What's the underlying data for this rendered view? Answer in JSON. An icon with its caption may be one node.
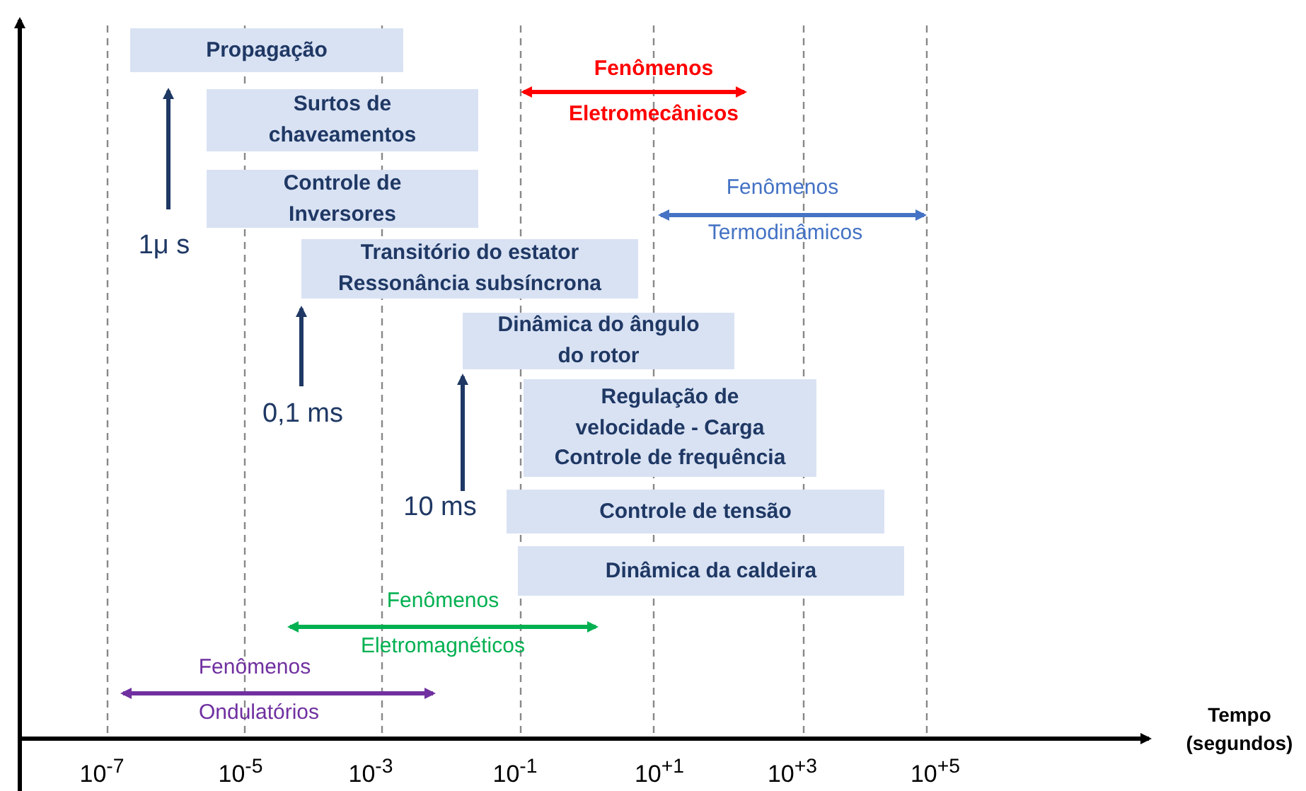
{
  "diagram": {
    "nodes": [
      {
        "text": [
          "Propagação"
        ]
      },
      {
        "text": [
          "Surtos de chaveamentos"
        ]
      },
      {
        "text": [
          "Controle de Inversores"
        ]
      },
      {
        "text": [
          "Transitório do estator Ressonância subsíncrona"
        ]
      },
      {
        "text": [
          "Dinâmica do ângulo do rotor"
        ]
      },
      {
        "text": [
          "Regulação de velocidade - Carga Controle de frequência"
        ]
      },
      {
        "text": [
          "Controle de tensão"
        ]
      },
      {
        "text": [
          "Dinâmica da caldeira"
        ]
      }
    ],
    "edges": [],
    "labels": [
      "Fenômenos",
      "Eletromecânicos",
      "Fenômenos",
      "Termodinâmicos",
      "1μ s",
      "0,1 ms",
      "10 ms",
      "Fenômenos",
      "Eletromagnéticos",
      "Fenômenos",
      "Ondulatórios",
      "Tempo (segundos)",
      "10$^{-7}$",
      "10$^{-5}$",
      "10$^{-3}$",
      "10$^{-1}$",
      "10$^{+1}$",
      "10$^{+3}$",
      "10$^{+5}$"
    ]
  }
}
